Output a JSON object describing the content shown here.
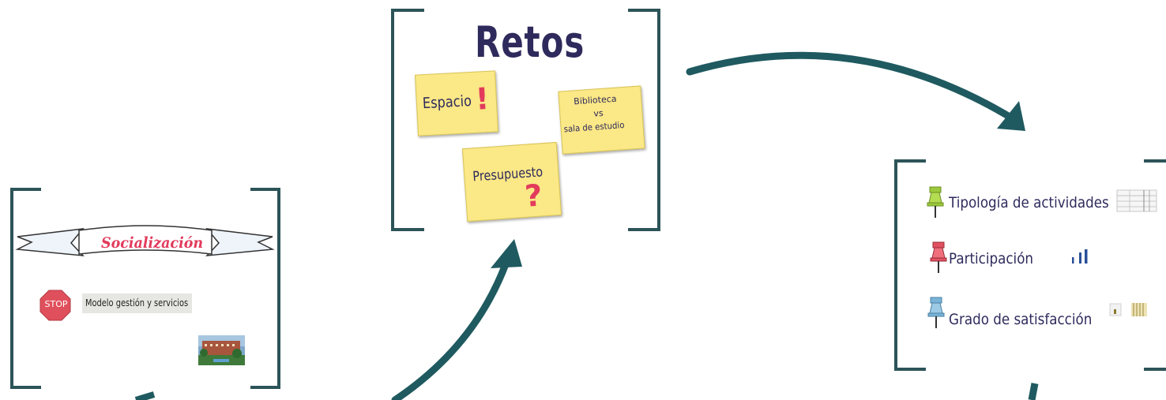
{
  "retos": {
    "title": "Retos",
    "notes": {
      "espacio": "Espacio",
      "biblioteca_line1": "Biblioteca",
      "biblioteca_line2": "vs",
      "biblioteca_line3": "sala de estudio",
      "presupuesto": "Presupuesto"
    }
  },
  "socializacion": {
    "banner": "Socialización",
    "stop_sign": "STOP",
    "modelo": "Modelo gestión y servicios"
  },
  "evaluacion": {
    "items": [
      {
        "label": "Tipología de actividades",
        "pin_color": "#9bc93a"
      },
      {
        "label": "Participación",
        "pin_color": "#e05060"
      },
      {
        "label": "Grado de satisfacción",
        "pin_color": "#79b4d8"
      }
    ]
  },
  "colors": {
    "arrow": "#1f5a60",
    "bracket": "#2c5458",
    "title_text": "#2e2a5c",
    "note": "#fbe886",
    "accent_red": "#e23b5c"
  }
}
